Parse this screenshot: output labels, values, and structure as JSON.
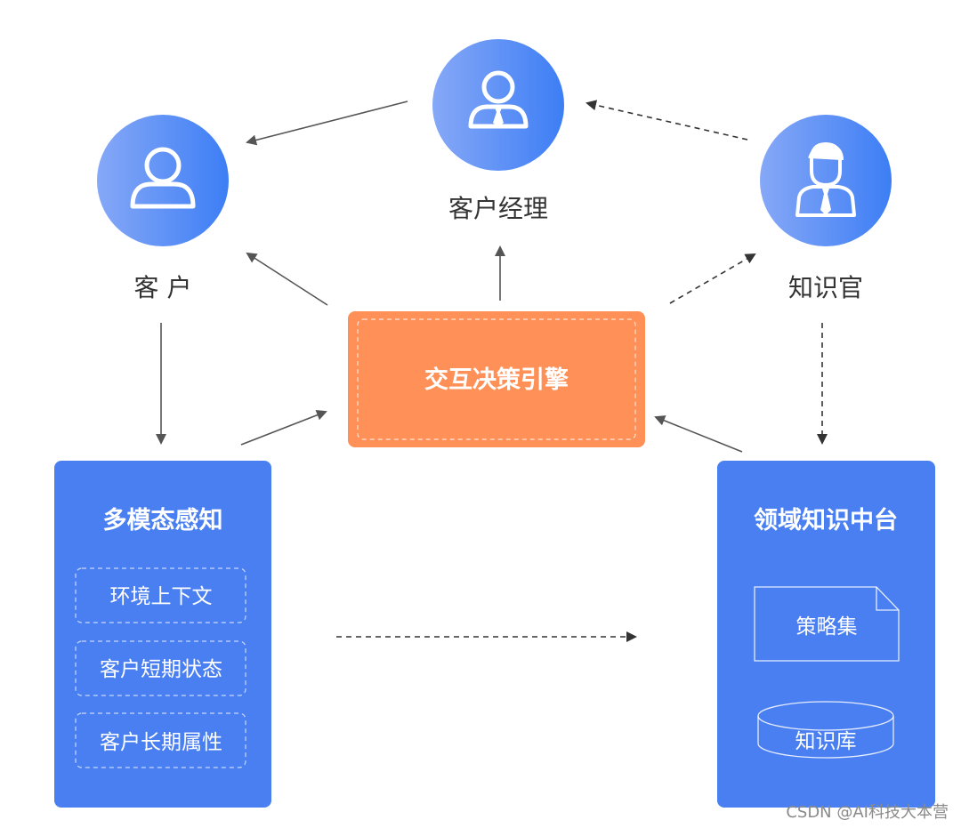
{
  "nodes": {
    "customer": {
      "label": "客 户",
      "icon": "person-icon"
    },
    "account_manager": {
      "label": "客户经理",
      "icon": "person-with-tie-icon"
    },
    "knowledge_officer": {
      "label": "知识官",
      "icon": "businessman-icon"
    }
  },
  "engine": {
    "label": "交互决策引擎"
  },
  "multimodal_panel": {
    "title": "多模态感知",
    "items": [
      "环境上下文",
      "客户短期状态",
      "客户长期属性"
    ]
  },
  "knowledge_panel": {
    "title": "领域知识中台",
    "strategy_set": "策略集",
    "knowledge_base": "知识库"
  },
  "watermark": "CSDN @AI科技大本营",
  "colors": {
    "circle_gradient_start": "#7da3f7",
    "circle_gradient_end": "#3f7ff5",
    "panel_blue": "#4a7ff2",
    "engine_orange": "#ff9057",
    "arrow_gray": "#555555"
  }
}
